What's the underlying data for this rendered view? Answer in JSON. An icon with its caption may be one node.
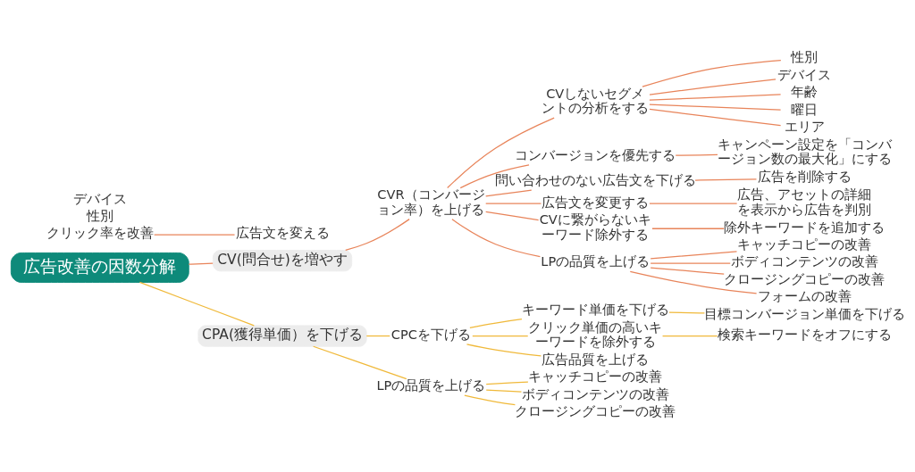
{
  "diagram": {
    "nodes": [
      {
        "text": [
          "広告改善の因数分解"
        ]
      },
      {
        "text": [
          "CV(問合せ)を増やす"
        ]
      },
      {
        "text": [
          "クリック率を改善"
        ]
      },
      {
        "text": [
          "広告文を変える"
        ]
      },
      {
        "text": [
          "CVR（コンバージョン率）を上げる"
        ]
      },
      {
        "text": [
          "CVしないセグメントの分析をする"
        ]
      },
      {
        "text": [
          "性別"
        ]
      },
      {
        "text": [
          "デバイス"
        ]
      },
      {
        "text": [
          "年齢"
        ]
      },
      {
        "text": [
          "曜日"
        ]
      },
      {
        "text": [
          "エリア"
        ]
      },
      {
        "text": [
          "コンバージョンを優先する"
        ]
      },
      {
        "text": [
          "キャンペーン設定を「コンバージョン数の最大化」にする"
        ]
      },
      {
        "text": [
          "問い合わせのない広告文を下げる"
        ]
      },
      {
        "text": [
          "広告を削除する"
        ]
      },
      {
        "text": [
          "広告文を変更する"
        ]
      },
      {
        "text": [
          "広告、アセットの詳細を表示から広告を判別"
        ]
      },
      {
        "text": [
          "CVに繋がらないキーワード除外する"
        ]
      },
      {
        "text": [
          "除外キーワードを追加する"
        ]
      },
      {
        "text": [
          "LPの品質を上げる"
        ]
      },
      {
        "text": [
          "キャッチコピーの改善"
        ]
      },
      {
        "text": [
          "ボディコンテンツの改善"
        ]
      },
      {
        "text": [
          "クロージングコピーの改善"
        ]
      },
      {
        "text": [
          "フォームの改善"
        ]
      },
      {
        "text": [
          "CPA(獲得単価）を下げる"
        ]
      },
      {
        "text": [
          "CPCを下げる"
        ]
      },
      {
        "text": [
          "キーワード単価を下げる"
        ]
      },
      {
        "text": [
          "目標コンバージョン単価を下げる"
        ]
      },
      {
        "text": [
          "クリック単価の高いキーワードを除外する"
        ]
      },
      {
        "text": [
          "検索キーワードをオフにする"
        ]
      },
      {
        "text": [
          "広告品質を上げる"
        ]
      },
      {
        "text": [
          "LPの品質を上げる"
        ]
      },
      {
        "text": [
          "キャッチコピーの改善"
        ]
      },
      {
        "text": [
          "ボディコンテンツの改善"
        ]
      },
      {
        "text": [
          "クロージングコピーの改善"
        ]
      },
      {
        "text": [
          "性別"
        ]
      },
      {
        "text": [
          "デバイス"
        ]
      }
    ],
    "edges": [
      {
        "from": 0,
        "to": 1,
        "arrow": "none"
      },
      {
        "from": 2,
        "to": 3,
        "arrow": "none"
      },
      {
        "from": 1,
        "to": 4,
        "arrow": "none"
      },
      {
        "from": 4,
        "to": 5,
        "arrow": "none"
      },
      {
        "from": 5,
        "to": 6,
        "arrow": "none"
      },
      {
        "from": 5,
        "to": 7,
        "arrow": "none"
      },
      {
        "from": 5,
        "to": 8,
        "arrow": "none"
      },
      {
        "from": 5,
        "to": 9,
        "arrow": "none"
      },
      {
        "from": 5,
        "to": 10,
        "arrow": "none"
      },
      {
        "from": 4,
        "to": 11,
        "arrow": "none"
      },
      {
        "from": 11,
        "to": 12,
        "arrow": "none"
      },
      {
        "from": 4,
        "to": 13,
        "arrow": "none"
      },
      {
        "from": 13,
        "to": 14,
        "arrow": "none"
      },
      {
        "from": 4,
        "to": 15,
        "arrow": "none"
      },
      {
        "from": 15,
        "to": 16,
        "arrow": "none"
      },
      {
        "from": 4,
        "to": 17,
        "arrow": "none"
      },
      {
        "from": 17,
        "to": 18,
        "arrow": "none"
      },
      {
        "from": 4,
        "to": 19,
        "arrow": "none"
      },
      {
        "from": 19,
        "to": 20,
        "arrow": "none"
      },
      {
        "from": 19,
        "to": 21,
        "arrow": "none"
      },
      {
        "from": 19,
        "to": 22,
        "arrow": "none"
      },
      {
        "from": 19,
        "to": 23,
        "arrow": "none"
      },
      {
        "from": 0,
        "to": 24,
        "arrow": "none",
        "color": "#f0b93a"
      },
      {
        "from": 24,
        "to": 25,
        "arrow": "none",
        "color": "#f0b93a"
      },
      {
        "from": 25,
        "to": 26,
        "arrow": "none",
        "color": "#f0b93a"
      },
      {
        "from": 26,
        "to": 27,
        "arrow": "none",
        "color": "#f0b93a"
      },
      {
        "from": 25,
        "to": 28,
        "arrow": "none",
        "color": "#f0b93a"
      },
      {
        "from": 28,
        "to": 29,
        "arrow": "none",
        "color": "#f0b93a"
      },
      {
        "from": 25,
        "to": 30,
        "arrow": "none",
        "color": "#f0b93a"
      },
      {
        "from": 24,
        "to": 31,
        "arrow": "none",
        "color": "#f0b93a"
      },
      {
        "from": 31,
        "to": 32,
        "arrow": "none",
        "color": "#f0b93a"
      },
      {
        "from": 31,
        "to": 33,
        "arrow": "none",
        "color": "#f0b93a"
      },
      {
        "from": 31,
        "to": 34,
        "arrow": "none",
        "color": "#f0b93a"
      }
    ]
  }
}
